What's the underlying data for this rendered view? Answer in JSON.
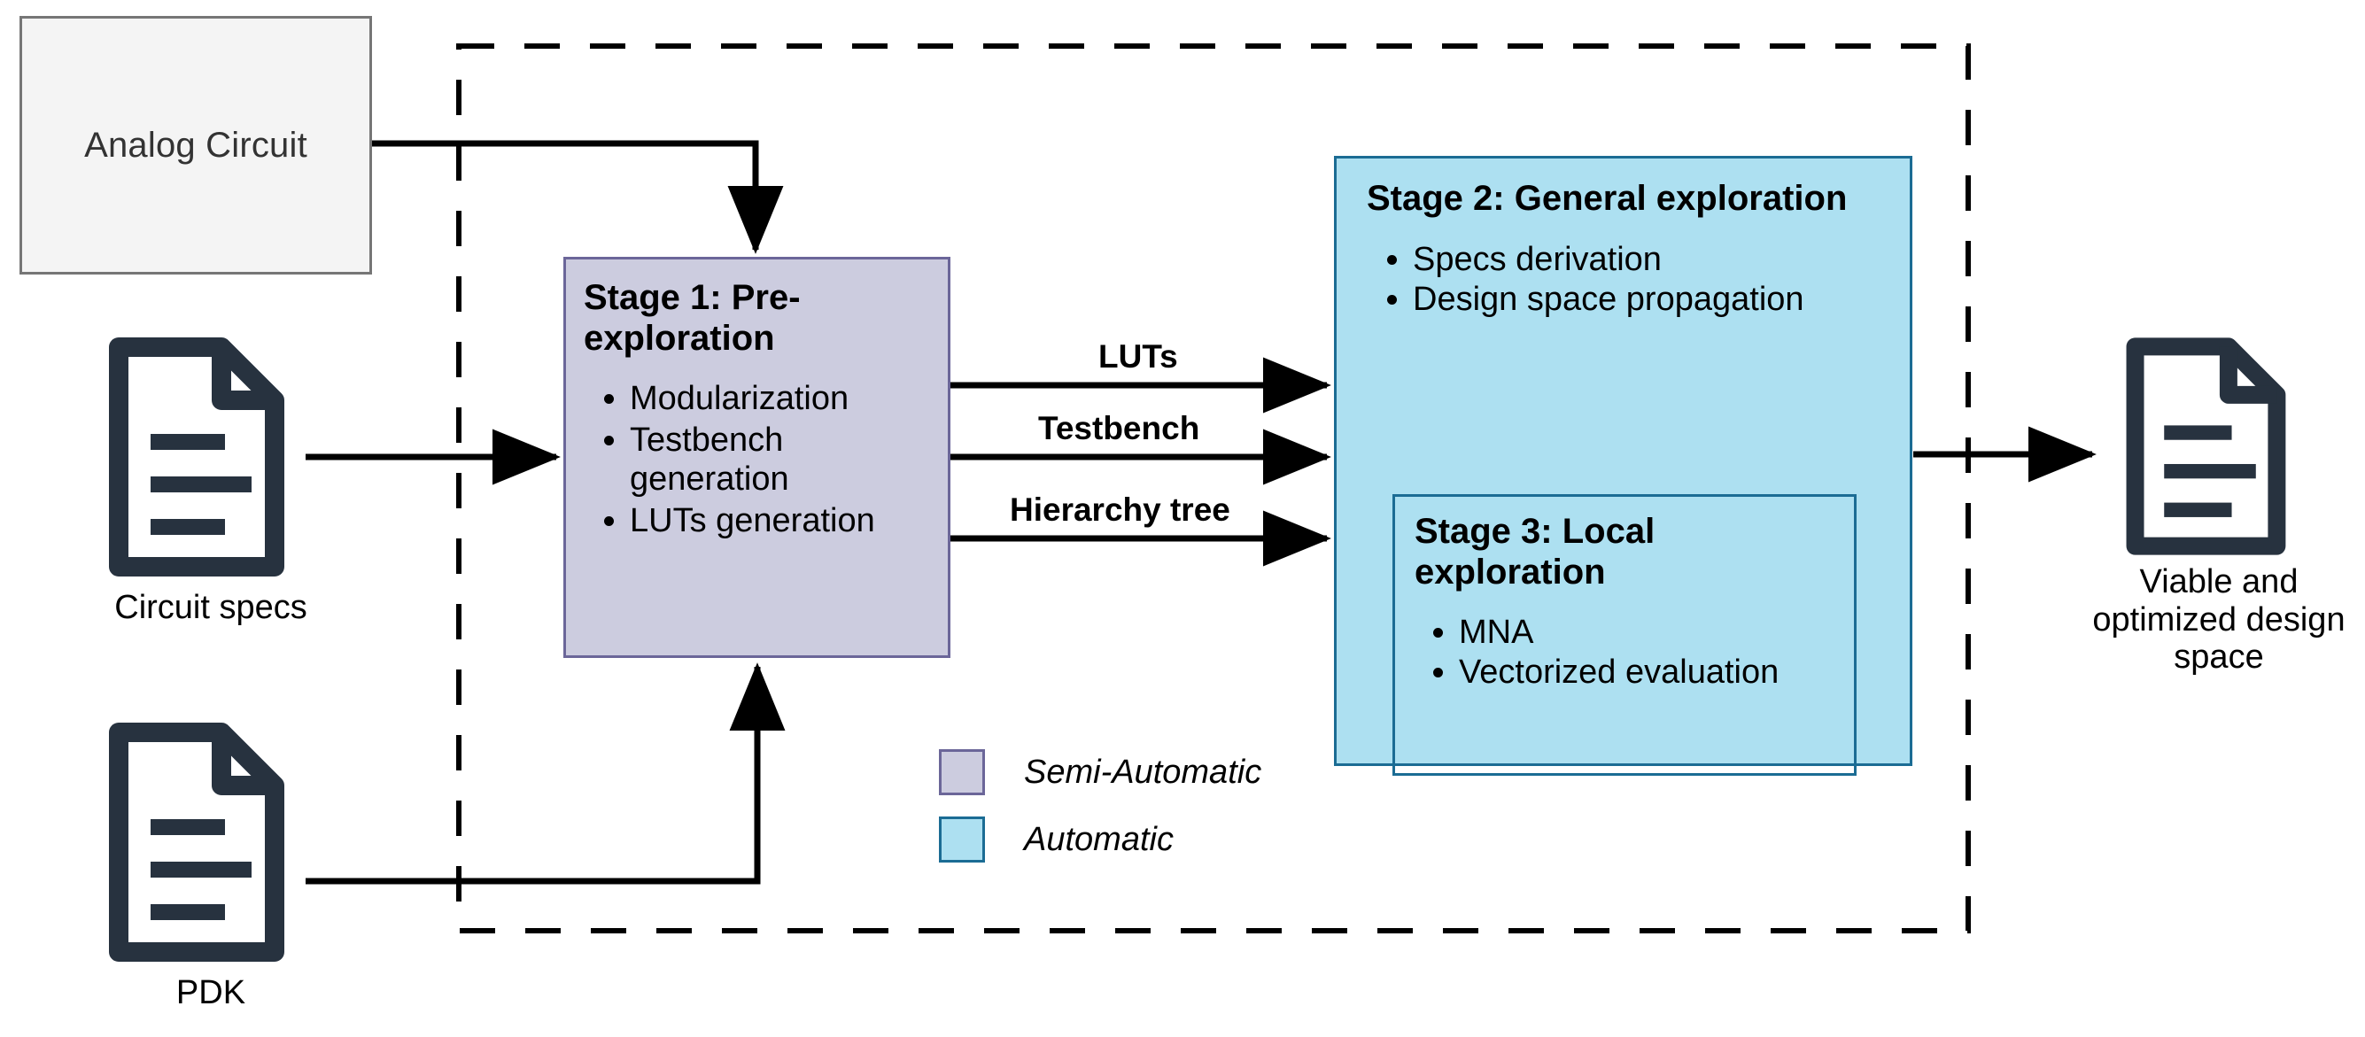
{
  "source_box": {
    "label": "Analog Circuit"
  },
  "inputs": [
    {
      "id": "circuit-specs",
      "icon": "document-icon",
      "caption": "Circuit specs"
    },
    {
      "id": "pdk",
      "icon": "document-icon",
      "caption": "PDK"
    }
  ],
  "output": {
    "id": "design-space",
    "icon": "document-icon",
    "caption": "Viable and optimized design space"
  },
  "stage1": {
    "title": "Stage 1: Pre-exploration",
    "items": [
      "Modularization",
      "Testbench generation",
      "LUTs generation"
    ]
  },
  "stage2": {
    "title": "Stage 2: General exploration",
    "items": [
      "Specs derivation",
      "Design space propagation"
    ]
  },
  "stage3": {
    "title": "Stage 3: Local exploration",
    "items": [
      "MNA",
      "Vectorized evaluation"
    ]
  },
  "edges": [
    {
      "id": "luts",
      "label": "LUTs"
    },
    {
      "id": "testbench",
      "label": "Testbench"
    },
    {
      "id": "hierarchy-tree",
      "label": "Hierarchy tree"
    }
  ],
  "legend": [
    {
      "id": "semi-automatic",
      "label": "Semi-Automatic",
      "color": "#ccccdf",
      "border": "#6b6699"
    },
    {
      "id": "automatic",
      "label": "Automatic",
      "color": "#ade0f1",
      "border": "#1b6c94"
    }
  ],
  "colors": {
    "semi_automatic_fill": "#ccccdf",
    "semi_automatic_stroke": "#6b6699",
    "automatic_fill": "#ade0f1",
    "automatic_stroke": "#1b6c94",
    "source_fill": "#f4f4f4",
    "source_stroke": "#767676",
    "icon": "#27323f",
    "connector": "#000000"
  }
}
